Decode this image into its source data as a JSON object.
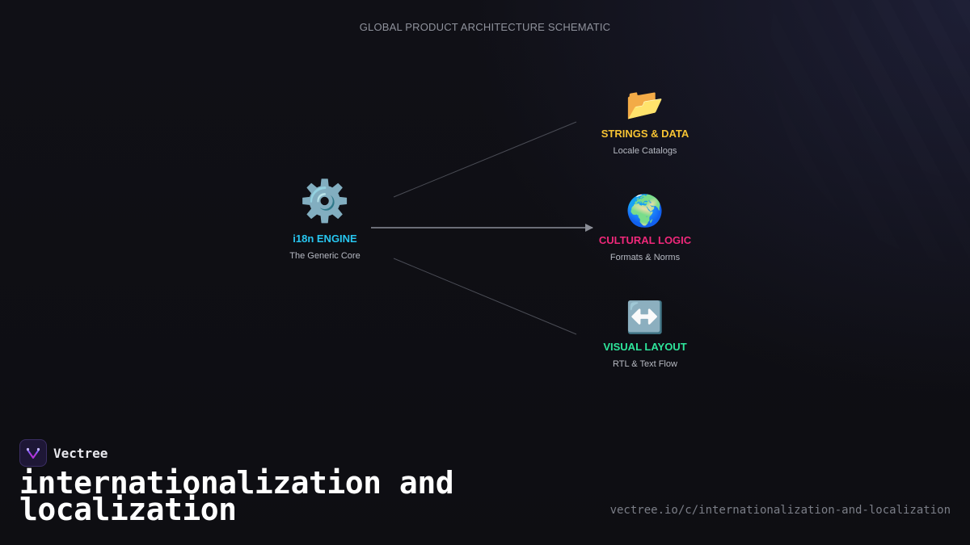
{
  "header": {
    "title": "GLOBAL PRODUCT ARCHITECTURE SCHEMATIC"
  },
  "nodes": {
    "engine": {
      "icon": "gear-icon",
      "glyph": "⚙️",
      "title": "i18n ENGINE",
      "subtitle": "The Generic Core",
      "color": "#27c6f0"
    },
    "strings": {
      "icon": "open-folder-icon",
      "glyph": "📂",
      "title": "STRINGS & DATA",
      "subtitle": "Locale Catalogs",
      "color": "#f6c333"
    },
    "cultural": {
      "icon": "globe-icon",
      "glyph": "🌍",
      "title": "CULTURAL LOGIC",
      "subtitle": "Formats & Norms",
      "color": "#f0287a"
    },
    "visual": {
      "icon": "left-right-arrow-icon",
      "glyph": "↔️",
      "title": "VISUAL LAYOUT",
      "subtitle": "RTL & Text Flow",
      "color": "#2ee59b"
    }
  },
  "brand": {
    "name": "Vectree",
    "accent": "#8b5cf6"
  },
  "footer": {
    "title": "internationalization and localization",
    "url": "vectree.io/c/internationalization-and-localization"
  }
}
